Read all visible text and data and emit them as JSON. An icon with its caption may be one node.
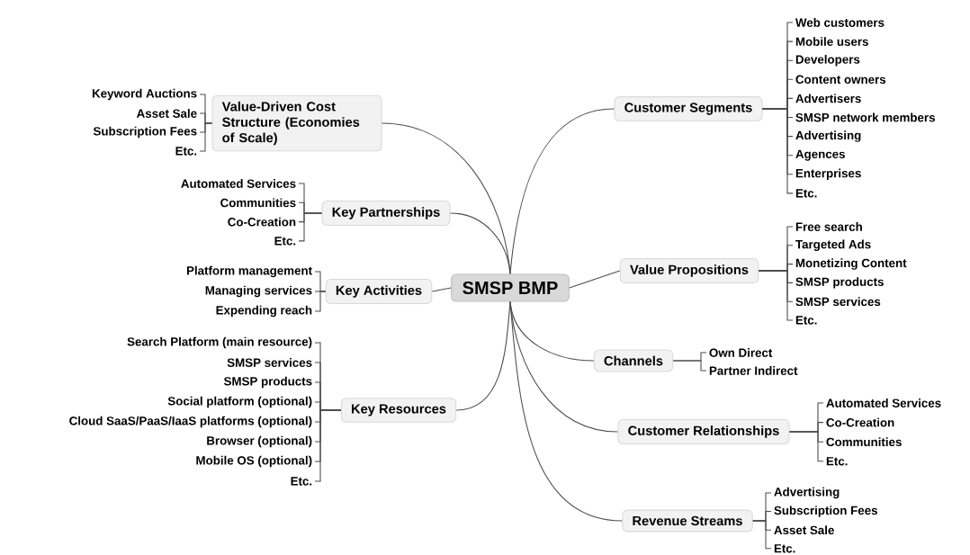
{
  "diagram": {
    "nodes": [
      {
        "text": [
          "SMSP BMP"
        ]
      },
      {
        "text": [
          "Value-Driven Cost Structure (Economies of Scale)"
        ]
      },
      {
        "text": [
          "Keyword Auctions"
        ]
      },
      {
        "text": [
          "Asset Sale"
        ]
      },
      {
        "text": [
          "Subscription Fees"
        ]
      },
      {
        "text": [
          "Etc."
        ]
      },
      {
        "text": [
          "Key Partnerships"
        ]
      },
      {
        "text": [
          "Automated Services"
        ]
      },
      {
        "text": [
          "Communities"
        ]
      },
      {
        "text": [
          "Co-Creation"
        ]
      },
      {
        "text": [
          "Etc."
        ]
      },
      {
        "text": [
          "Key Activities"
        ]
      },
      {
        "text": [
          "Platform management"
        ]
      },
      {
        "text": [
          "Managing services"
        ]
      },
      {
        "text": [
          "Expending reach"
        ]
      },
      {
        "text": [
          "Key Resources"
        ]
      },
      {
        "text": [
          "Search Platform (main resource)"
        ]
      },
      {
        "text": [
          "SMSP services"
        ]
      },
      {
        "text": [
          "SMSP products"
        ]
      },
      {
        "text": [
          "Social platform (optional)"
        ]
      },
      {
        "text": [
          "Cloud SaaS/PaaS/IaaS platforms (optional)"
        ]
      },
      {
        "text": [
          "Browser (optional)"
        ]
      },
      {
        "text": [
          "Mobile OS (optional)"
        ]
      },
      {
        "text": [
          "Etc."
        ]
      },
      {
        "text": [
          "Customer Segments"
        ]
      },
      {
        "text": [
          "Web customers"
        ]
      },
      {
        "text": [
          "Mobile users"
        ]
      },
      {
        "text": [
          "Developers"
        ]
      },
      {
        "text": [
          "Content owners"
        ]
      },
      {
        "text": [
          "Advertisers"
        ]
      },
      {
        "text": [
          "SMSP network members"
        ]
      },
      {
        "text": [
          "Advertising"
        ]
      },
      {
        "text": [
          "Agences"
        ]
      },
      {
        "text": [
          "Enterprises"
        ]
      },
      {
        "text": [
          "Etc."
        ]
      },
      {
        "text": [
          "Value Propositions"
        ]
      },
      {
        "text": [
          "Free search"
        ]
      },
      {
        "text": [
          "Targeted Ads"
        ]
      },
      {
        "text": [
          "Monetizing Content"
        ]
      },
      {
        "text": [
          "SMSP products"
        ]
      },
      {
        "text": [
          "SMSP services"
        ]
      },
      {
        "text": [
          "Etc."
        ]
      },
      {
        "text": [
          "Channels"
        ]
      },
      {
        "text": [
          "Own Direct"
        ]
      },
      {
        "text": [
          "Partner Indirect"
        ]
      },
      {
        "text": [
          "Customer Relationships"
        ]
      },
      {
        "text": [
          "Automated Services"
        ]
      },
      {
        "text": [
          "Co-Creation"
        ]
      },
      {
        "text": [
          "Communities"
        ]
      },
      {
        "text": [
          "Etc."
        ]
      },
      {
        "text": [
          "Revenue Streams"
        ]
      },
      {
        "text": [
          "Advertising"
        ]
      },
      {
        "text": [
          "Subscription Fees"
        ]
      },
      {
        "text": [
          "Asset Sale"
        ]
      },
      {
        "text": [
          "Etc."
        ]
      }
    ],
    "edges": [
      {
        "from": 0,
        "to": 1,
        "arrow": "none"
      },
      {
        "from": 0,
        "to": 6,
        "arrow": "none"
      },
      {
        "from": 0,
        "to": 11,
        "arrow": "none"
      },
      {
        "from": 0,
        "to": 15,
        "arrow": "none"
      },
      {
        "from": 0,
        "to": 24,
        "arrow": "none"
      },
      {
        "from": 0,
        "to": 35,
        "arrow": "none"
      },
      {
        "from": 0,
        "to": 42,
        "arrow": "none"
      },
      {
        "from": 0,
        "to": 45,
        "arrow": "none"
      },
      {
        "from": 0,
        "to": 50,
        "arrow": "none"
      },
      {
        "from": 1,
        "to": 2,
        "arrow": "none"
      },
      {
        "from": 1,
        "to": 3,
        "arrow": "none"
      },
      {
        "from": 1,
        "to": 4,
        "arrow": "none"
      },
      {
        "from": 1,
        "to": 5,
        "arrow": "none"
      },
      {
        "from": 6,
        "to": 7,
        "arrow": "none"
      },
      {
        "from": 6,
        "to": 8,
        "arrow": "none"
      },
      {
        "from": 6,
        "to": 9,
        "arrow": "none"
      },
      {
        "from": 6,
        "to": 10,
        "arrow": "none"
      },
      {
        "from": 11,
        "to": 12,
        "arrow": "none"
      },
      {
        "from": 11,
        "to": 13,
        "arrow": "none"
      },
      {
        "from": 11,
        "to": 14,
        "arrow": "none"
      },
      {
        "from": 15,
        "to": 16,
        "arrow": "none"
      },
      {
        "from": 15,
        "to": 17,
        "arrow": "none"
      },
      {
        "from": 15,
        "to": 18,
        "arrow": "none"
      },
      {
        "from": 15,
        "to": 19,
        "arrow": "none"
      },
      {
        "from": 15,
        "to": 20,
        "arrow": "none"
      },
      {
        "from": 15,
        "to": 21,
        "arrow": "none"
      },
      {
        "from": 15,
        "to": 22,
        "arrow": "none"
      },
      {
        "from": 15,
        "to": 23,
        "arrow": "none"
      },
      {
        "from": 24,
        "to": 25,
        "arrow": "none"
      },
      {
        "from": 24,
        "to": 26,
        "arrow": "none"
      },
      {
        "from": 24,
        "to": 27,
        "arrow": "none"
      },
      {
        "from": 24,
        "to": 28,
        "arrow": "none"
      },
      {
        "from": 24,
        "to": 29,
        "arrow": "none"
      },
      {
        "from": 24,
        "to": 30,
        "arrow": "none"
      },
      {
        "from": 24,
        "to": 31,
        "arrow": "none"
      },
      {
        "from": 24,
        "to": 32,
        "arrow": "none"
      },
      {
        "from": 24,
        "to": 33,
        "arrow": "none"
      },
      {
        "from": 24,
        "to": 34,
        "arrow": "none"
      },
      {
        "from": 35,
        "to": 36,
        "arrow": "none"
      },
      {
        "from": 35,
        "to": 37,
        "arrow": "none"
      },
      {
        "from": 35,
        "to": 38,
        "arrow": "none"
      },
      {
        "from": 35,
        "to": 39,
        "arrow": "none"
      },
      {
        "from": 35,
        "to": 40,
        "arrow": "none"
      },
      {
        "from": 35,
        "to": 41,
        "arrow": "none"
      },
      {
        "from": 42,
        "to": 43,
        "arrow": "none"
      },
      {
        "from": 42,
        "to": 44,
        "arrow": "none"
      },
      {
        "from": 45,
        "to": 46,
        "arrow": "none"
      },
      {
        "from": 45,
        "to": 47,
        "arrow": "none"
      },
      {
        "from": 45,
        "to": 48,
        "arrow": "none"
      },
      {
        "from": 45,
        "to": 49,
        "arrow": "none"
      },
      {
        "from": 50,
        "to": 51,
        "arrow": "none"
      },
      {
        "from": 50,
        "to": 52,
        "arrow": "none"
      },
      {
        "from": 50,
        "to": 53,
        "arrow": "none"
      },
      {
        "from": 50,
        "to": 54,
        "arrow": "none"
      }
    ]
  }
}
